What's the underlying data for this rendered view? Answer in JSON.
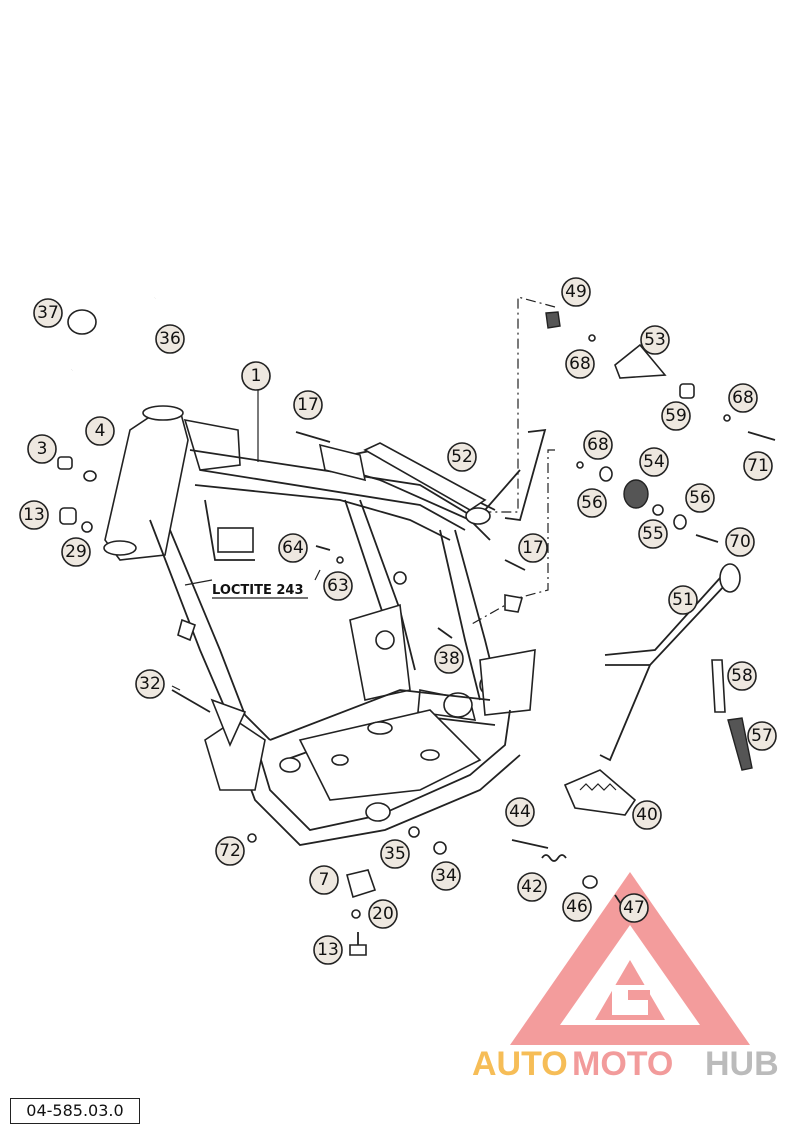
{
  "doc_number": "04-585.03.0",
  "loctite_label": "LOCTITE 243",
  "watermark": {
    "part1": "AUTO",
    "part2": "MOTO",
    "part3": "HUB",
    "color_part1": "#f5b23a",
    "color_part2": "#f08a8a",
    "color_part3": "#b0b0b0",
    "logo_color": "#f28b8b"
  },
  "callouts": [
    "1",
    "3",
    "4",
    "7",
    "13",
    "13",
    "17",
    "17",
    "20",
    "29",
    "32",
    "34",
    "35",
    "36",
    "37",
    "38",
    "40",
    "42",
    "44",
    "46",
    "47",
    "49",
    "51",
    "52",
    "53",
    "54",
    "55",
    "56",
    "56",
    "57",
    "58",
    "59",
    "63",
    "64",
    "68",
    "68",
    "68",
    "70",
    "71",
    "72"
  ]
}
